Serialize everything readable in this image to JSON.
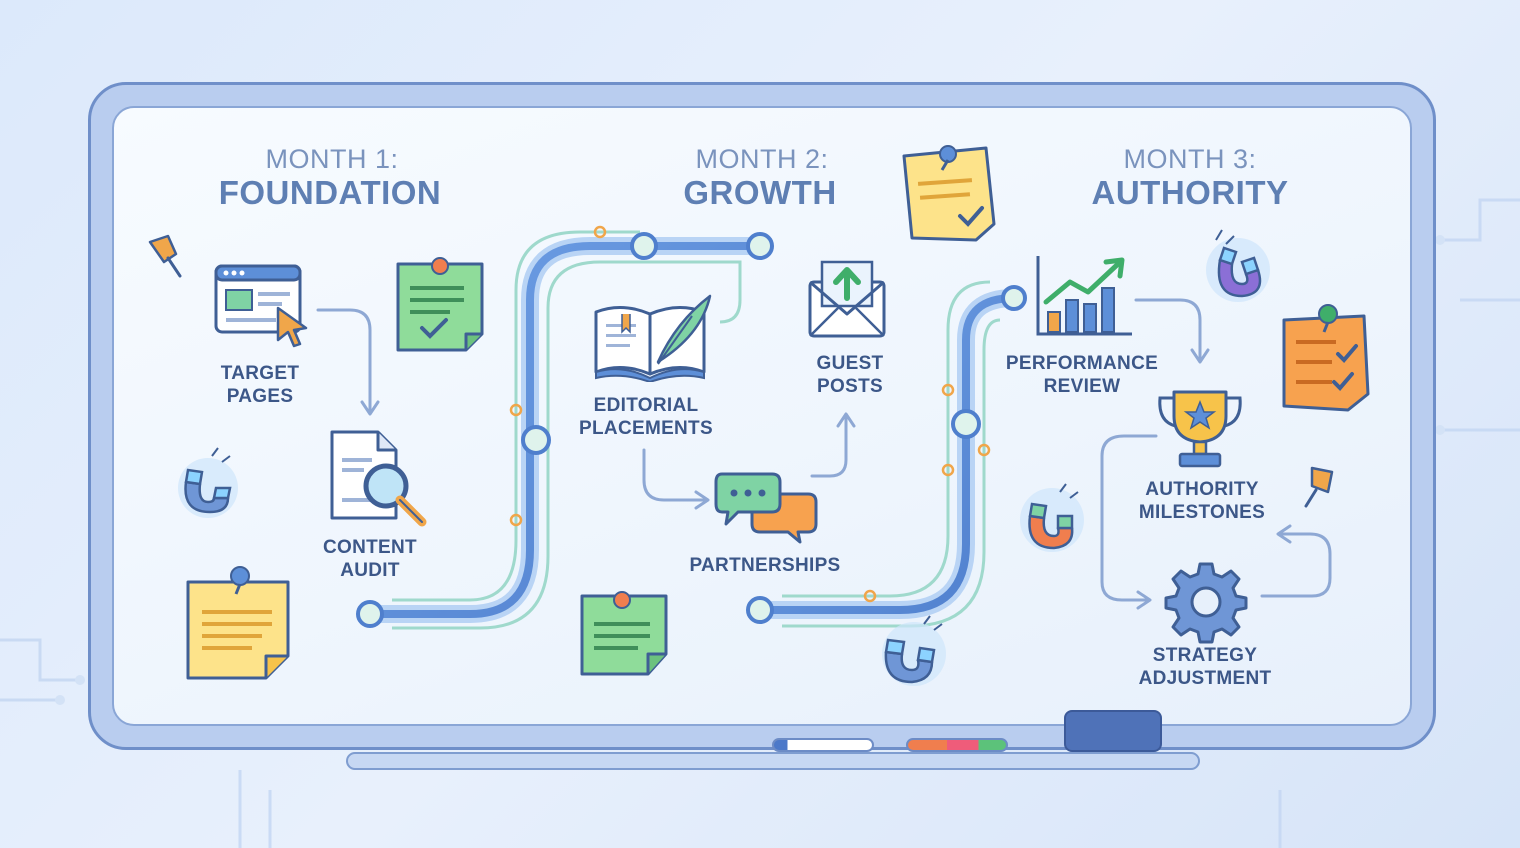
{
  "months": [
    {
      "label": "MONTH 1:",
      "name": "FOUNDATION"
    },
    {
      "label": "MONTH 2:",
      "name": "GROWTH"
    },
    {
      "label": "MONTH 3:",
      "name": "AUTHORITY"
    }
  ],
  "nodes": {
    "target_pages": "TARGET\nPAGES",
    "content_audit": "CONTENT\nAUDIT",
    "editorial_placements": "EDITORIAL\nPLACEMENTS",
    "guest_posts": "GUEST\nPOSTS",
    "partnerships": "PARTNERSHIPS",
    "performance_review": "PERFORMANCE\nREVIEW",
    "authority_milestones": "AUTHORITY\nMILESTONES",
    "strategy_adjustment": "STRATEGY\nADJUSTMENT"
  },
  "icons": {
    "target_pages": "browser-cursor-icon",
    "content_audit": "document-magnifier-icon",
    "editorial_placements": "open-book-quill-icon",
    "guest_posts": "envelope-upload-icon",
    "partnerships": "chat-bubbles-icon",
    "performance_review": "growth-chart-icon",
    "authority_milestones": "trophy-icon",
    "strategy_adjustment": "gear-icon"
  },
  "colors": {
    "board_frame": "#b9cdef",
    "track_blue": "#5d8fd8",
    "track_glow": "#7fd3c0",
    "accent_orange": "#f0a64a",
    "note_yellow": "#fde38a",
    "note_green": "#8fdc9a",
    "note_orange": "#f7a24f"
  }
}
